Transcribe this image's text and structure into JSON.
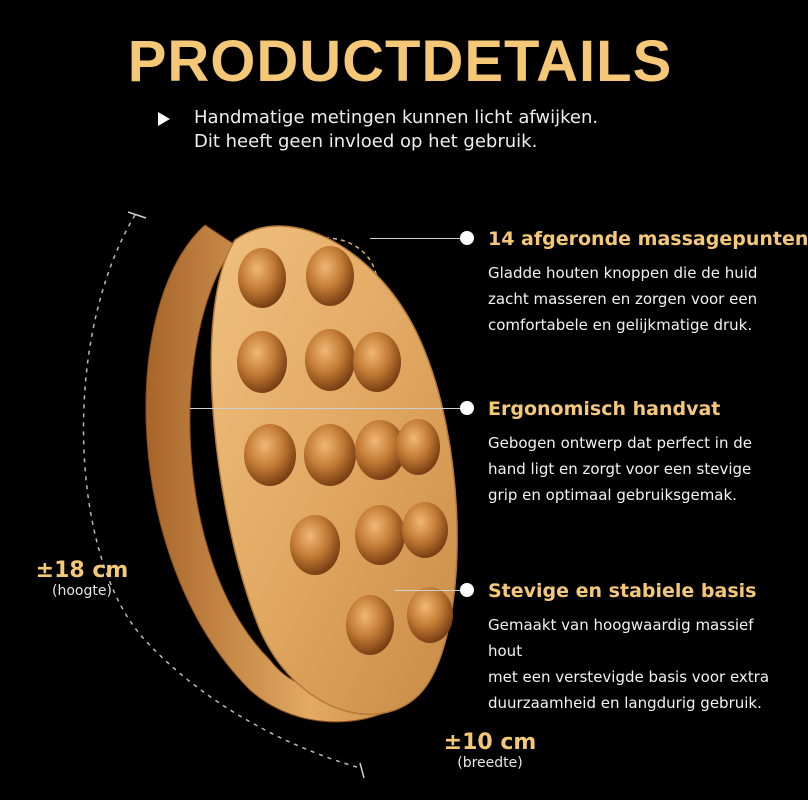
{
  "title": "PRODUCTDETAILS",
  "note": {
    "line1": "Handmatige metingen kunnen licht afwijken.",
    "line2": "Dit heeft geen invloed op het gebruik."
  },
  "features": [
    {
      "title": "14 afgeronde massagepunten",
      "lines": [
        "Gladde houten knoppen die de huid",
        "zacht masseren en zorgen voor een",
        "comfortabele en gelijkmatige druk."
      ]
    },
    {
      "title": "Ergonomisch handvat",
      "lines": [
        "Gebogen ontwerp dat perfect in de",
        "hand ligt en zorgt voor een stevige",
        "grip en optimaal gebruiksgemak."
      ]
    },
    {
      "title": "Stevige en stabiele basis",
      "lines": [
        "Gemaakt van hoogwaardig massief hout",
        "met een verstevigde basis voor extra",
        "duurzaamheid en langdurig gebruik."
      ]
    }
  ],
  "dimensions": {
    "height_value": "±18 cm",
    "height_label": "(hoogte)",
    "width_value": "±10 cm",
    "width_label": "(breedte)"
  },
  "colors": {
    "accent": "#f5c878",
    "background": "#000000",
    "wood_light": "#e2aa63",
    "wood_dark": "#9a5a22"
  }
}
